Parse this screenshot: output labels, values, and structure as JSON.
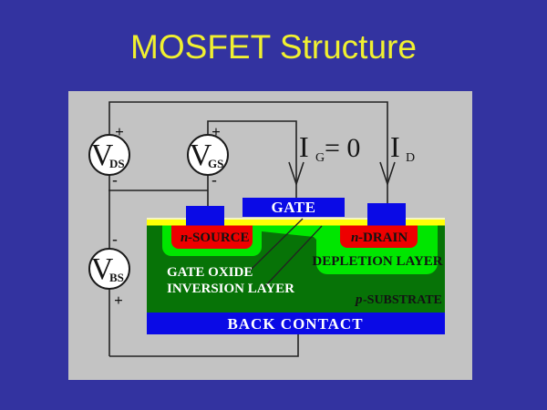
{
  "title": "MOSFET Structure",
  "colors": {
    "background": "#3333A0",
    "panel": "#C3C3C3",
    "title_text": "#F0F030",
    "wire": "#222222",
    "electrode_blue": "#0A0AE6",
    "oxide_yellow": "#FFFF05",
    "oxide_highlight": "#F6F6C2",
    "substrate_green": "#077307",
    "depletion_green": "#00E600",
    "diffusion_red": "#EE0000",
    "label_dark": "#131313",
    "label_light": "#FFFFFF"
  },
  "sources": {
    "vds": {
      "symbol": "V",
      "sub": "DS",
      "plus": "+",
      "minus": "-"
    },
    "vgs": {
      "symbol": "V",
      "sub": "GS",
      "plus": "+",
      "minus": "-"
    },
    "vbs": {
      "symbol": "V",
      "sub": "BS",
      "plus": "+",
      "minus": "-"
    }
  },
  "currents": {
    "gate": {
      "symbol": "I",
      "sub": "G",
      "value": "= 0"
    },
    "drain": {
      "symbol": "I",
      "sub": "D"
    }
  },
  "device": {
    "gate": "GATE",
    "source_prefix": "n",
    "source_name": "-SOURCE",
    "drain_prefix": "n",
    "drain_name": "-DRAIN",
    "depletion": "DEPLETION LAYER",
    "gate_oxide": "GATE OXIDE",
    "inversion": "INVERSION LAYER",
    "substrate_prefix": "p",
    "substrate_name": "-SUBSTRATE",
    "back_contact": "BACK CONTACT"
  }
}
